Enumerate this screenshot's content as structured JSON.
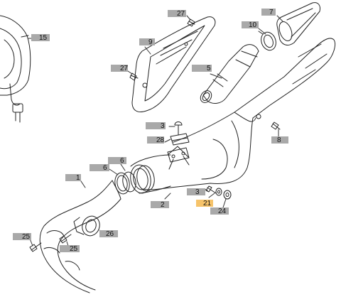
{
  "diagram": {
    "callouts": [
      {
        "id": "c27a",
        "text": "27"
      },
      {
        "id": "c7",
        "text": "7"
      },
      {
        "id": "c10",
        "text": "10"
      },
      {
        "id": "c15",
        "text": "15"
      },
      {
        "id": "c9",
        "text": "9"
      },
      {
        "id": "c27b",
        "text": "27"
      },
      {
        "id": "c5",
        "text": "5"
      },
      {
        "id": "c3a",
        "text": "3"
      },
      {
        "id": "c28",
        "text": "28"
      },
      {
        "id": "c8",
        "text": "8"
      },
      {
        "id": "c6a",
        "text": "6"
      },
      {
        "id": "c6b",
        "text": "6"
      },
      {
        "id": "c1",
        "text": "1"
      },
      {
        "id": "c3b",
        "text": "3"
      },
      {
        "id": "c21",
        "text": "21",
        "highlighted": true
      },
      {
        "id": "c24",
        "text": "24"
      },
      {
        "id": "c2",
        "text": "2"
      },
      {
        "id": "c26",
        "text": "26"
      },
      {
        "id": "c25a",
        "text": "25"
      },
      {
        "id": "c25b",
        "text": "25"
      }
    ]
  },
  "colors": {
    "line": "#222222",
    "tag": "#a9a9a9",
    "highlight": "#f6c36a",
    "background": "#ffffff"
  }
}
